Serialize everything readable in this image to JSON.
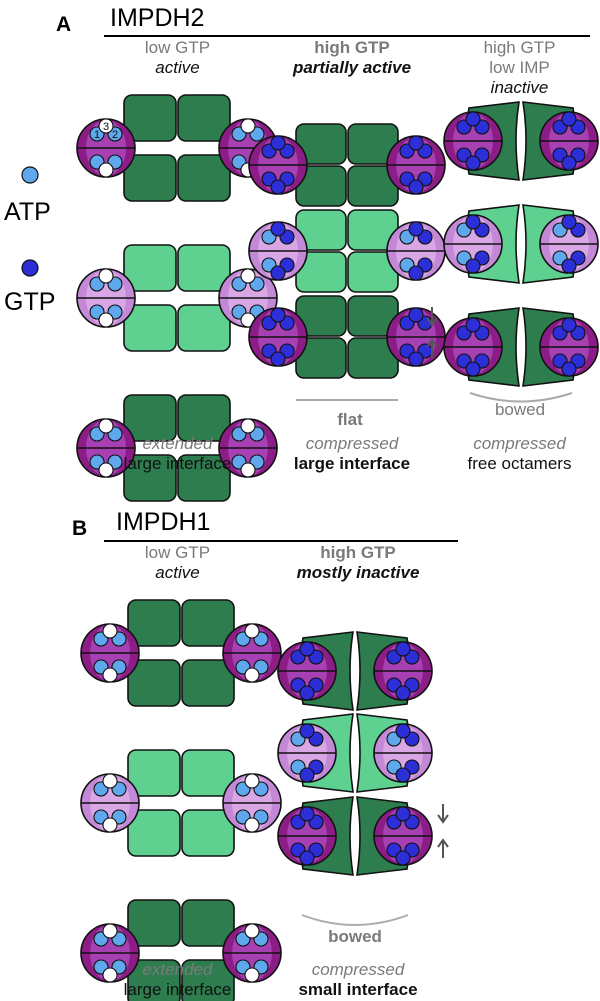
{
  "legend": {
    "atp_label": "ATP",
    "gtp_label": "GTP"
  },
  "colors": {
    "dark_green": "#2e7d4f",
    "light_green": "#5ed08f",
    "dark_purple": "#8c1d86",
    "light_purple": "#c489d6",
    "atp_blue": "#5fa8ee",
    "gtp_blue": "#2c2fd8",
    "empty_site": "#ffffff",
    "gray_text": "#7a7a7a"
  },
  "panel_a": {
    "letter": "A",
    "title": "IMPDH2",
    "site_numbers": [
      "1",
      "2",
      "3"
    ],
    "columns": [
      {
        "header_line1": "low GTP",
        "header_line2": "active",
        "footer_line1": "extended",
        "footer_line2": "large interface"
      },
      {
        "header_line1": "high GTP",
        "header_line2": "partially active",
        "shape_label": "flat",
        "footer_line1": "compressed",
        "footer_line2": "large interface"
      },
      {
        "header_line1": "high GTP",
        "header_line2": "low IMP",
        "header_line3": "inactive",
        "shape_label": "bowed",
        "footer_line1": "compressed",
        "footer_line2": "free octamers"
      }
    ]
  },
  "panel_b": {
    "letter": "B",
    "title": "IMPDH1",
    "columns": [
      {
        "header_line1": "low GTP",
        "header_line2": "active",
        "footer_line1": "extended",
        "footer_line2": "large interface"
      },
      {
        "header_line1": "high GTP",
        "header_line2": "mostly inactive",
        "shape_label": "bowed",
        "footer_line1": "compressed",
        "footer_line2": "small interface"
      }
    ]
  }
}
